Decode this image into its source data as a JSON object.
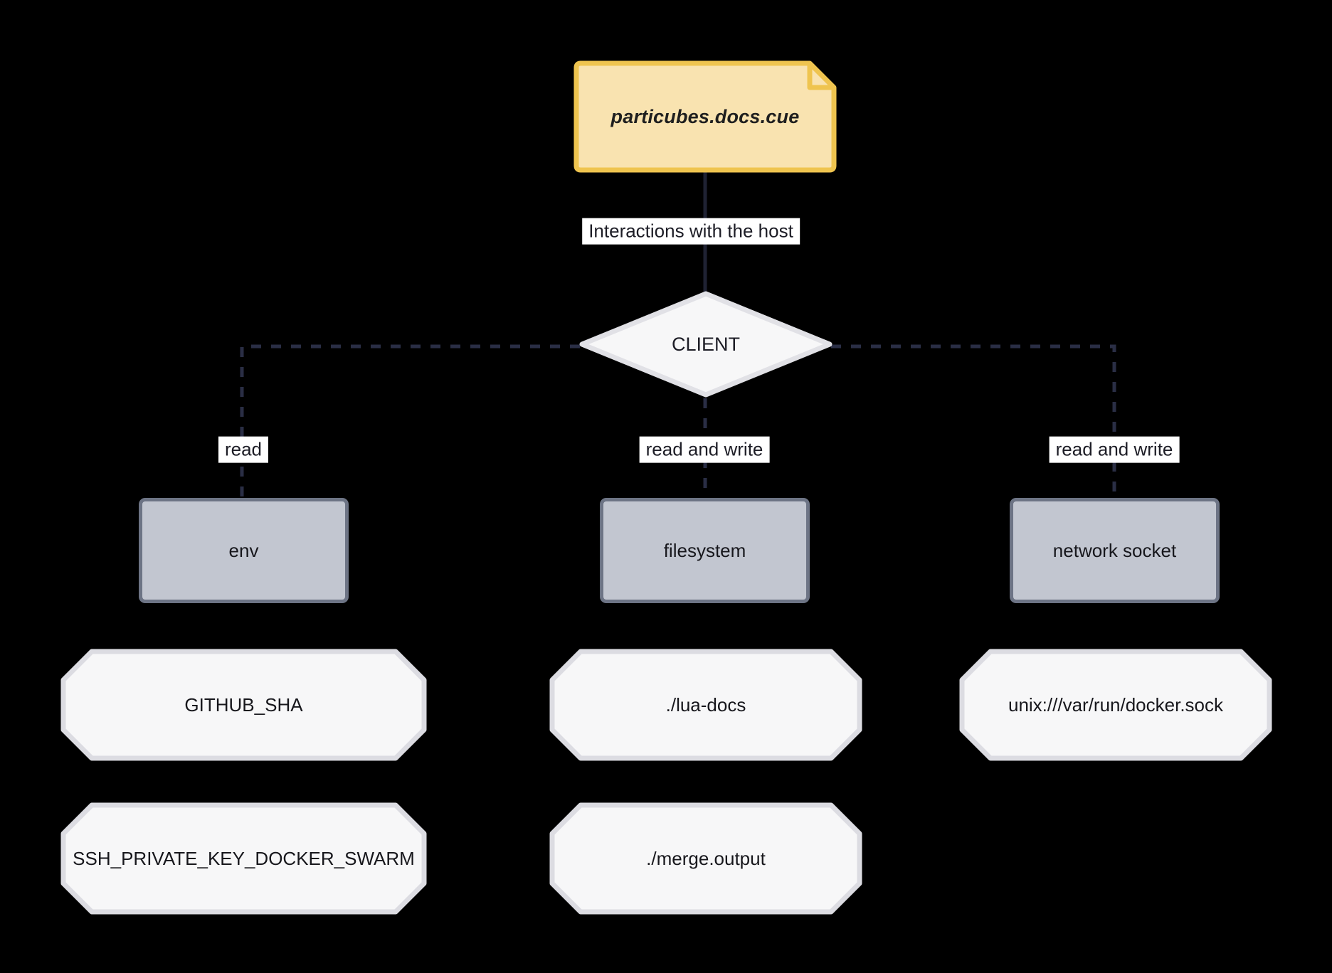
{
  "diagram": {
    "type": "flowchart",
    "title": "Interactions with the host",
    "background_color": "#000000",
    "nodes": {
      "source_file": {
        "label": "particubes.docs.cue",
        "shape": "note",
        "fill": "#f9e3b0",
        "stroke": "#efc44f"
      },
      "client": {
        "label": "CLIENT",
        "shape": "diamond",
        "fill": "#f7f7f8",
        "stroke": "#e1e1e6"
      },
      "resources": [
        {
          "id": "env",
          "label": "env",
          "shape": "rect",
          "fill": "#c2c6d0",
          "stroke": "#6d7485"
        },
        {
          "id": "filesystem",
          "label": "filesystem",
          "shape": "rect",
          "fill": "#c2c6d0",
          "stroke": "#6d7485"
        },
        {
          "id": "network-socket",
          "label": "network socket",
          "shape": "rect",
          "fill": "#c2c6d0",
          "stroke": "#6d7485"
        }
      ],
      "values": [
        {
          "id": "github-sha",
          "label": "GITHUB_SHA",
          "shape": "octagon",
          "column": "env"
        },
        {
          "id": "ssh-private-key-docker-swarm",
          "label": "SSH_PRIVATE_KEY_DOCKER_SWARM",
          "shape": "octagon",
          "column": "env"
        },
        {
          "id": "lua-docs",
          "label": "./lua-docs",
          "shape": "octagon",
          "column": "filesystem"
        },
        {
          "id": "merge-output",
          "label": "./merge.output",
          "shape": "octagon",
          "column": "filesystem"
        },
        {
          "id": "docker-sock",
          "label": "unix:///var/run/docker.sock",
          "shape": "octagon",
          "column": "network-socket"
        }
      ]
    },
    "edges": [
      {
        "id": "file-to-client",
        "from": "particubes.docs.cue",
        "to": "CLIENT",
        "label": "Interactions with the host",
        "style": "solid"
      },
      {
        "id": "client-to-env",
        "from": "CLIENT",
        "to": "env",
        "label": "read",
        "style": "dashed"
      },
      {
        "id": "client-to-filesystem",
        "from": "CLIENT",
        "to": "filesystem",
        "label": "read and write",
        "style": "dashed"
      },
      {
        "id": "client-to-network-socket",
        "from": "CLIENT",
        "to": "network socket",
        "label": "read and write",
        "style": "dashed"
      }
    ],
    "edge_colors": {
      "solid": "#1f2233",
      "dashed": "#2a2e45"
    }
  }
}
